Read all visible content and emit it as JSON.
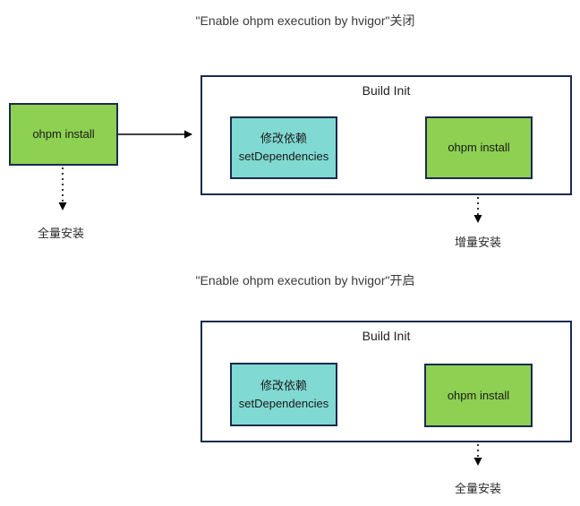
{
  "canvas": {
    "bg": "#ffffff",
    "green": "#8dd052",
    "cyan": "#80d9d2",
    "border_color": "#1b2a4e",
    "arrow_color": "#000000"
  },
  "section_off": {
    "title": "\"Enable ohpm execution by hvigor\"关闭",
    "left_box_label": "ohpm install",
    "container_title": "Build Init",
    "cyan_box_line1": "修改依赖",
    "cyan_box_line2": "setDependencies",
    "green_box_label": "ohpm install",
    "left_arrow_label": "全量安装",
    "right_arrow_label": "增量安装"
  },
  "section_on": {
    "title": "\"Enable ohpm execution by hvigor\"开启",
    "container_title": "Build Init",
    "cyan_box_line1": "修改依赖",
    "cyan_box_line2": "setDependencies",
    "green_box_label": "ohpm install",
    "arrow_label": "全量安装"
  }
}
